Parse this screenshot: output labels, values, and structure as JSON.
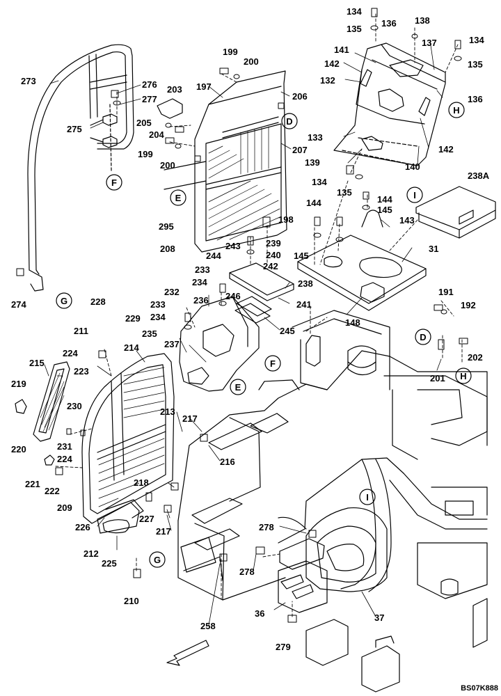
{
  "diagram": {
    "drawing_code": "BS07K888",
    "ref_labels": [
      "D",
      "E",
      "F",
      "G",
      "H",
      "I"
    ],
    "part_numbers": [
      "134",
      "135",
      "136",
      "137",
      "138",
      "141",
      "142",
      "132",
      "133",
      "139",
      "140",
      "238A",
      "144",
      "145",
      "143",
      "31",
      "148",
      "191",
      "192",
      "202",
      "201",
      "199",
      "200",
      "197",
      "203",
      "206",
      "205",
      "204",
      "207",
      "295",
      "208",
      "198",
      "239",
      "240",
      "243",
      "244",
      "242",
      "238",
      "241",
      "246",
      "245",
      "273",
      "276",
      "277",
      "275",
      "274",
      "228",
      "229",
      "233",
      "234",
      "232",
      "236",
      "235",
      "237",
      "211",
      "224",
      "214",
      "215",
      "223",
      "219",
      "230",
      "231",
      "220",
      "221",
      "222",
      "213",
      "217",
      "216",
      "218",
      "227",
      "209",
      "226",
      "212",
      "225",
      "210",
      "278",
      "258",
      "36",
      "279",
      "37"
    ]
  }
}
